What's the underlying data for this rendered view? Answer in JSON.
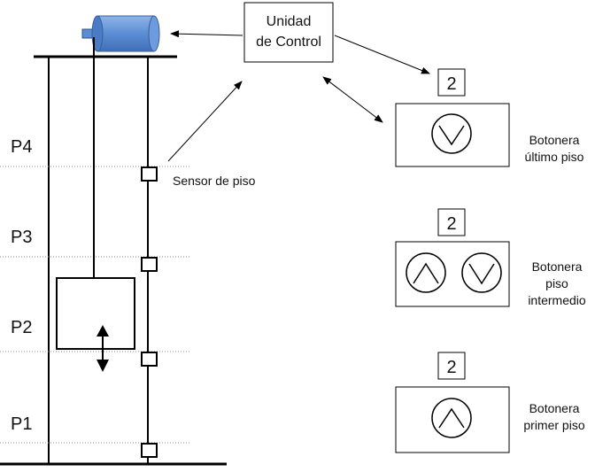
{
  "control_unit": {
    "line1": "Unidad",
    "line2": "de Control"
  },
  "floors": [
    {
      "label": "P4"
    },
    {
      "label": "P3"
    },
    {
      "label": "P2"
    },
    {
      "label": "P1"
    }
  ],
  "sensor_label": "Sensor de piso",
  "panels": {
    "top": {
      "display": "2",
      "caption_line1": "Botonera",
      "caption_line2": "último piso"
    },
    "middle": {
      "display": "2",
      "caption_line1": "Botonera",
      "caption_line2": "piso",
      "caption_line3": "intermedio"
    },
    "bottom": {
      "display": "2",
      "caption_line1": "Botonera",
      "caption_line2": "primer piso"
    }
  },
  "colors": {
    "motor": "#5b8dd4",
    "motor_dark": "#3f6fb8",
    "line": "#000000",
    "floor_line": "#888888"
  }
}
